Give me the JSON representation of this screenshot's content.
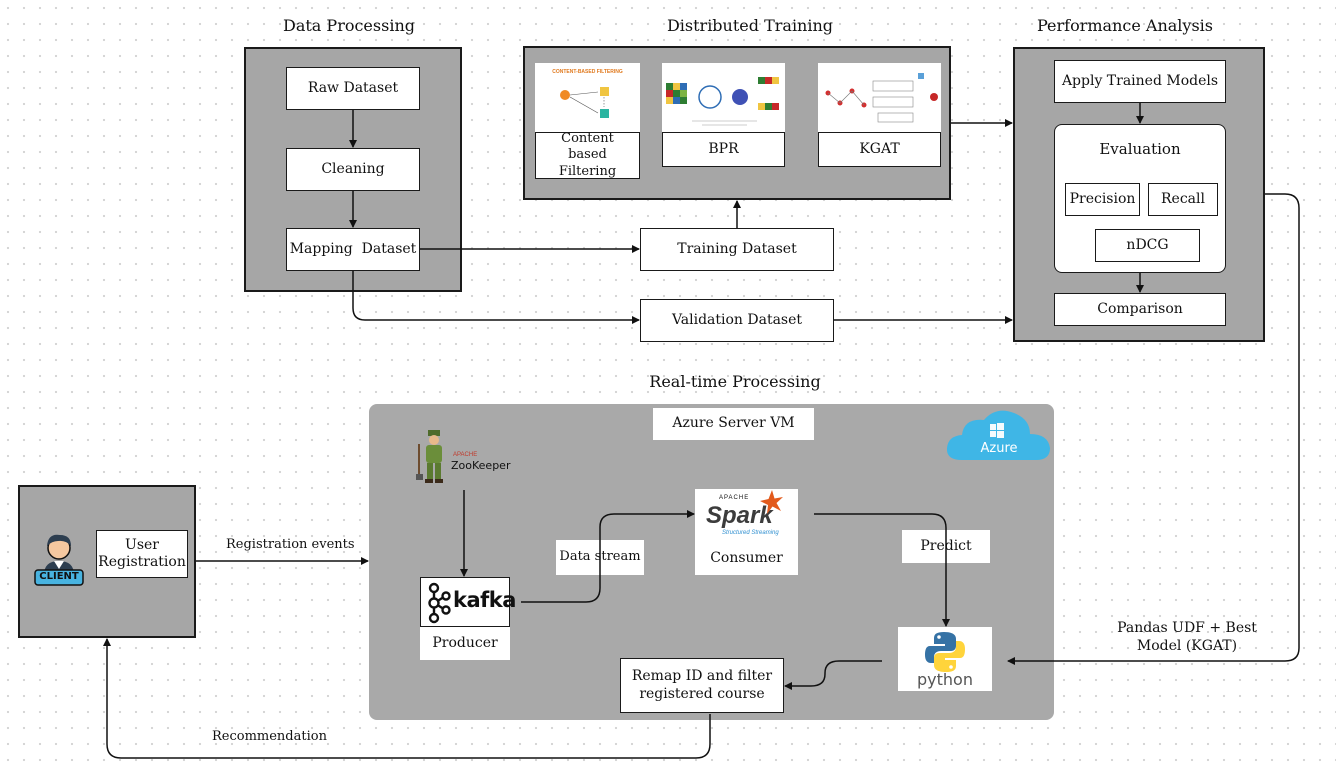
{
  "sections": {
    "data_processing": "Data Processing",
    "distributed_training": "Distributed Training",
    "performance_analysis": "Performance Analysis",
    "realtime_processing": "Real-time Processing"
  },
  "data_processing": {
    "raw_dataset": "Raw Dataset",
    "cleaning": "Cleaning",
    "mapping_dataset": "Mapping  Dataset"
  },
  "training": {
    "content_based": "Content based Filtering",
    "bpr": "BPR",
    "kgat": "KGAT",
    "thumb_content_title": "CONTENT-BASED FILTERING"
  },
  "datasets": {
    "training": "Training Dataset",
    "validation": "Validation Dataset"
  },
  "performance": {
    "apply_models": "Apply Trained Models",
    "evaluation": "Evaluation",
    "precision": "Precision",
    "recall": "Recall",
    "ndcg": "nDCG",
    "comparison": "Comparison"
  },
  "realtime": {
    "azure_vm": "Azure Server VM",
    "azure_logo_text": "Azure",
    "zookeeper_apache": "APACHE",
    "zookeeper_text": "ZooKeeper",
    "kafka_text": "kafka",
    "producer": "Producer",
    "spark_apache": "APACHE",
    "spark_text": "Spark",
    "spark_sub": "Structured Streaming",
    "consumer": "Consumer",
    "data_stream": "Data stream",
    "predict": "Predict",
    "python_text": "python",
    "remap": "Remap ID and filter registered course"
  },
  "client": {
    "badge": "CLIENT",
    "user_registration": "User Registration"
  },
  "edges": {
    "registration_events": "Registration events",
    "recommendation": "Recommendation",
    "pandas_udf": "Pandas UDF + Best Model (KGAT)"
  },
  "colors": {
    "panel": "#a6a6a6",
    "azure_cloud": "#3fb6e6",
    "spark_orange": "#e25a1c",
    "python_blue": "#3572a5",
    "python_yellow": "#ffd43b",
    "zookeeper_green": "#4f6b2b"
  }
}
